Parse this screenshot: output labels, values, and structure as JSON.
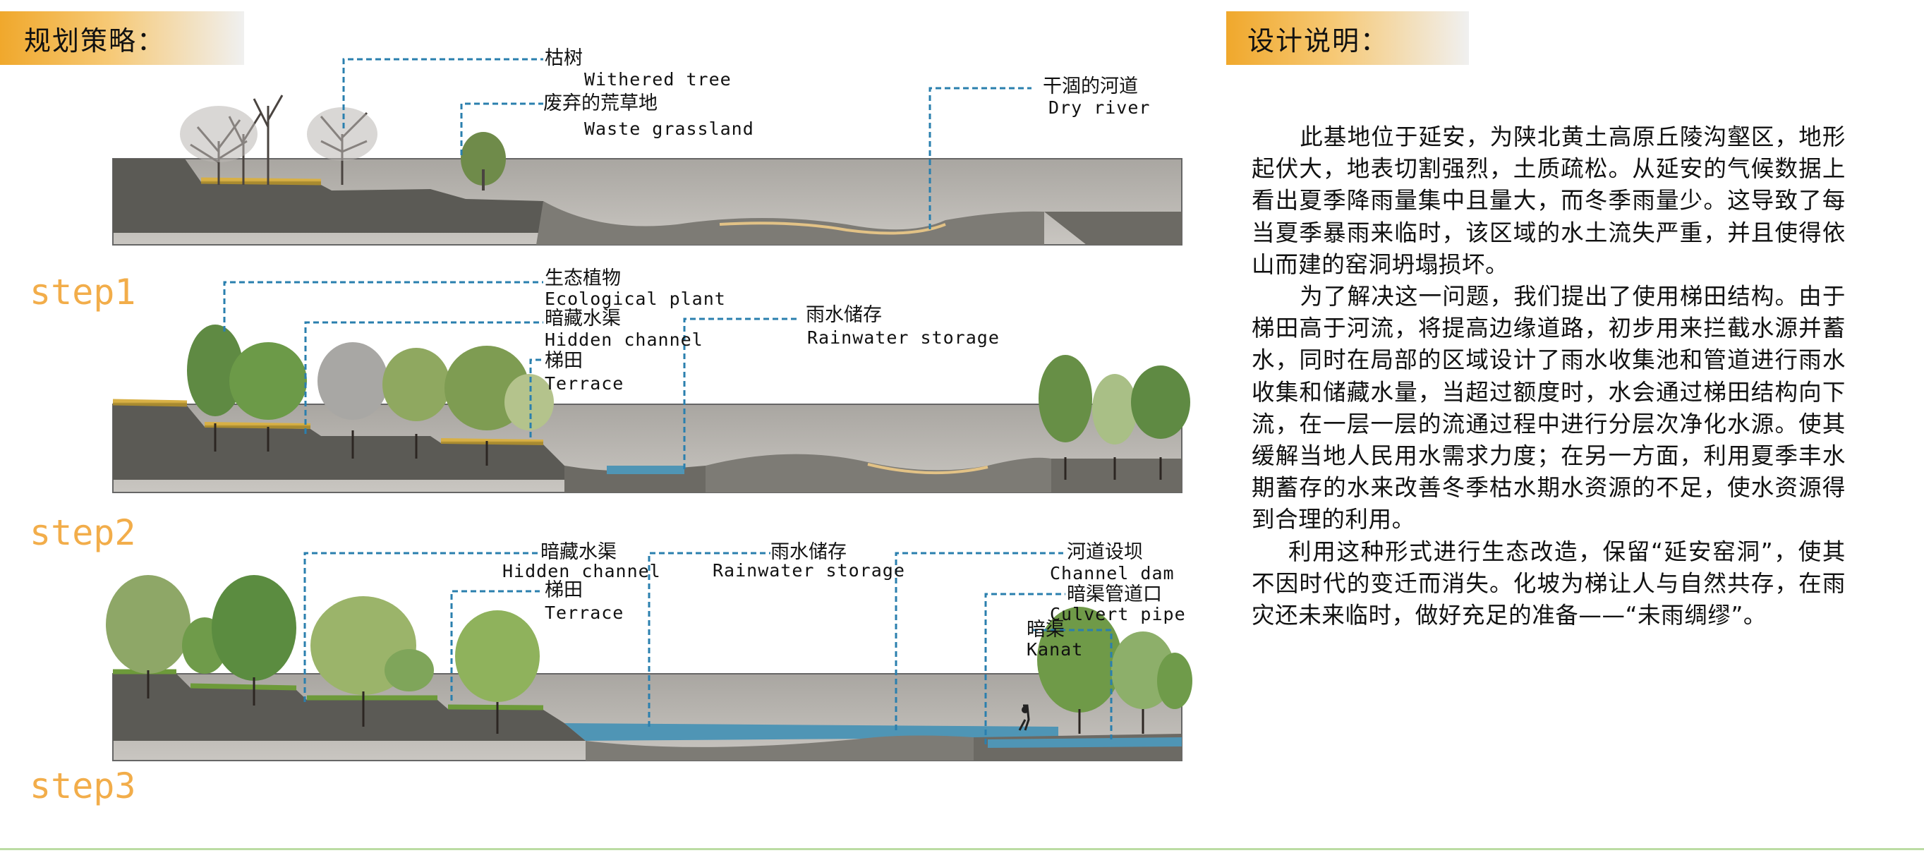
{
  "headers": {
    "strategy": "规划策略：",
    "design": "设计说明："
  },
  "steps": [
    "step1",
    "step2",
    "step3"
  ],
  "sections": {
    "s0": {
      "withered_tree_cn": "枯树",
      "withered_tree_en": "Withered tree",
      "waste_grassland_cn": "废弃的荒草地",
      "waste_grassland_en": "Waste grassland",
      "dry_river_cn": "干涸的河道",
      "dry_river_en": "Dry river"
    },
    "s1": {
      "eco_plant_cn": "生态植物",
      "eco_plant_en": "Ecological plant",
      "hidden_channel_cn": "暗藏水渠",
      "hidden_channel_en": "Hidden channel",
      "terrace_cn": "梯田",
      "terrace_en": "Terrace",
      "rain_storage_cn": "雨水储存",
      "rain_storage_en": "Rainwater storage"
    },
    "s2": {
      "hidden_channel_cn": "暗藏水渠",
      "hidden_channel_en": "Hidden channel",
      "terrace_cn": "梯田",
      "terrace_en": "Terrace",
      "rain_storage_cn": "雨水储存",
      "rain_storage_en": "Rainwater storage",
      "channel_dam_cn": "河道设坝",
      "channel_dam_en": "Channel dam",
      "culvert_pipe_cn": "暗渠管道口",
      "culvert_pipe_en": "Culvert pipe",
      "kanat_cn": "暗渠",
      "kanat_en": "Kanat"
    }
  },
  "description": {
    "p1": "此基地位于延安，为陕北黄土高原丘陵沟壑区，地形起伏大，地表切割强烈，土质疏松。从延安的气候数据上看出夏季降雨量集中且量大，而冬季雨量少。这导致了每当夏季暴雨来临时，该区域的水土流失严重，并且使得依山而建的窑洞坍塌损坏。",
    "p2": "为了解决这一问题，我们提出了使用梯田结构。由于梯田高于河流，将提高边缘道路，初步用来拦截水源并蓄水，同时在局部的区域设计了雨水收集池和管道进行雨水收集和储藏水量，当超过额度时，水会通过梯田结构向下流，在一层一层的流通过程中进行分层次净化水源。使其缓解当地人民用水需求力度；在另一方面，利用夏季丰水期蓄存的水来改善冬季枯水期水资源的不足，使水资源得到合理的利用。",
    "p3": "利用这种形式进行生态改造，保留“延安窑洞”，使其不因时代的变迁而消失。化坡为梯让人与自然共存，在雨灾还未来临时，做好充足的准备——“未雨绸缪”。"
  },
  "colors": {
    "accent": "#f0a82c",
    "step": "#f2ad4a",
    "leader": "#2a7fae",
    "water": "#4f95b5"
  }
}
